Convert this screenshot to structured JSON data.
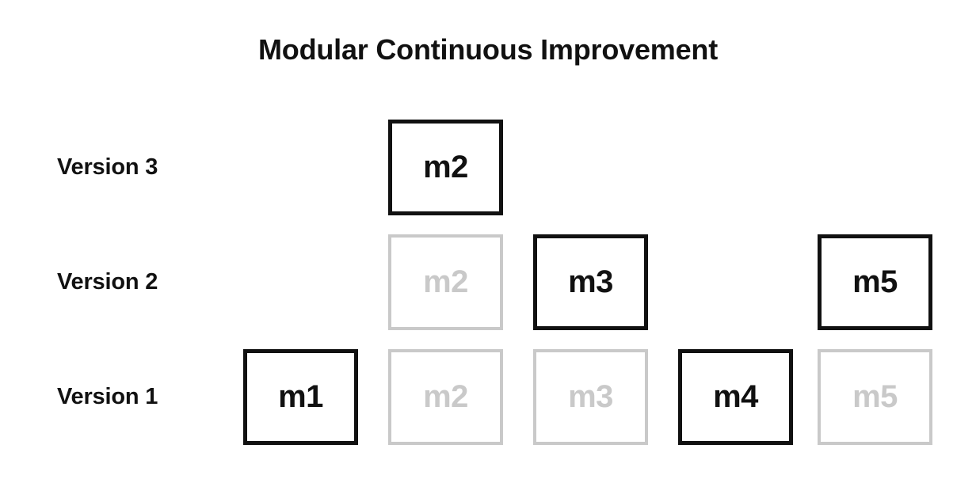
{
  "diagram": {
    "title": "Modular Continuous Improvement",
    "colors": {
      "active": "#111111",
      "faded": "#c9c9c9",
      "background": "#ffffff"
    },
    "columns": [
      "m1",
      "m2",
      "m3",
      "m4",
      "m5"
    ],
    "rows": [
      {
        "label": "Version 3",
        "cells": [
          {
            "label": "",
            "state": "empty"
          },
          {
            "label": "m2",
            "state": "active"
          },
          {
            "label": "",
            "state": "empty"
          },
          {
            "label": "",
            "state": "empty"
          },
          {
            "label": "",
            "state": "empty"
          }
        ]
      },
      {
        "label": "Version 2",
        "cells": [
          {
            "label": "",
            "state": "empty"
          },
          {
            "label": "m2",
            "state": "faded"
          },
          {
            "label": "m3",
            "state": "active"
          },
          {
            "label": "",
            "state": "empty"
          },
          {
            "label": "m5",
            "state": "active"
          }
        ]
      },
      {
        "label": "Version 1",
        "cells": [
          {
            "label": "m1",
            "state": "active"
          },
          {
            "label": "m2",
            "state": "faded"
          },
          {
            "label": "m3",
            "state": "faded"
          },
          {
            "label": "m4",
            "state": "active"
          },
          {
            "label": "m5",
            "state": "faded"
          }
        ]
      }
    ]
  }
}
